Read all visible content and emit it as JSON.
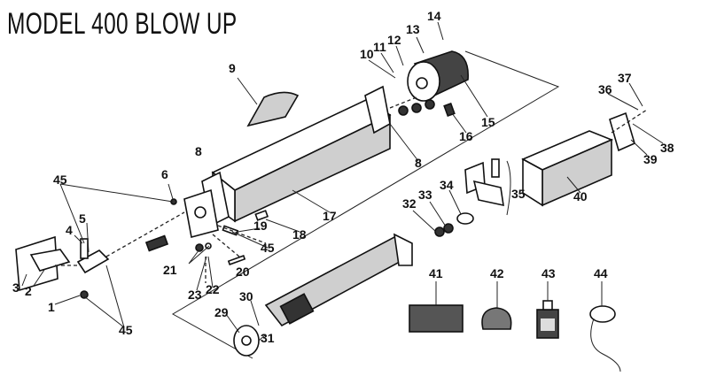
{
  "title": "MODEL 400 BLOW UP",
  "callouts": [
    "1",
    "2",
    "3",
    "4",
    "5",
    "6",
    "8",
    "8",
    "9",
    "10",
    "11",
    "12",
    "13",
    "14",
    "15",
    "16",
    "17",
    "18",
    "19",
    "20",
    "21",
    "22",
    "23",
    "29",
    "30",
    "31",
    "32",
    "33",
    "34",
    "35",
    "36",
    "37",
    "38",
    "39",
    "40",
    "41",
    "42",
    "43",
    "44",
    "45",
    "45",
    "45"
  ]
}
